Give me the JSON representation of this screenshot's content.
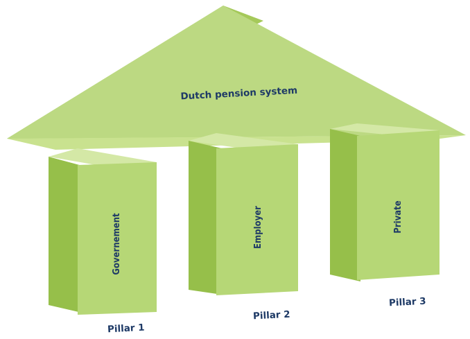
{
  "title": "Dutch pension system",
  "pillars": [
    {
      "label": "Governement",
      "caption": "Pillar 1"
    },
    {
      "label": "Employer",
      "caption": "Pillar 2"
    },
    {
      "label": "Private",
      "caption": "Pillar 3"
    }
  ],
  "colors": {
    "roof_front": "#bcd982",
    "roof_back": "#a5c95a",
    "roof_underside": "#c9e28f",
    "pillar_front": "#b6d776",
    "pillar_top": "#d4e8a6",
    "pillar_side": "#96bf4a",
    "text": "#1e3a66"
  }
}
